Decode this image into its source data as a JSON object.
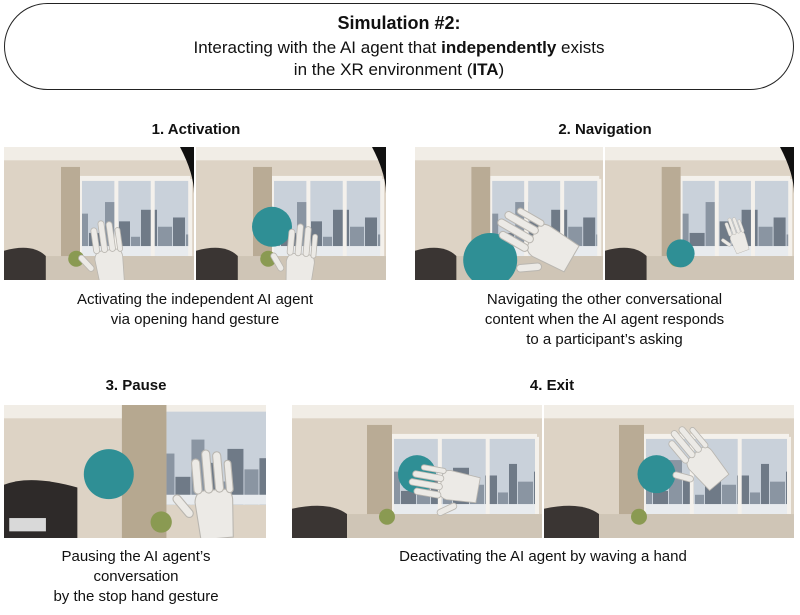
{
  "header": {
    "title": "Simulation #2:",
    "line1_prefix": "Interacting with the AI agent that ",
    "line1_bold": "independently",
    "line1_suffix": " exists",
    "line2_prefix": "in the XR environment (",
    "line2_bold": "ITA",
    "line2_suffix": ")"
  },
  "steps": [
    {
      "label": "1. Activation",
      "caption": [
        "Activating the independent AI agent",
        "via opening hand gesture"
      ]
    },
    {
      "label": "2. Navigation",
      "caption": [
        "Navigating the other conversational",
        "content when the AI agent responds",
        "to a participant’s asking"
      ]
    },
    {
      "label": "3. Pause",
      "caption": [
        "Pausing the AI agent’s",
        "conversation",
        "by the stop hand gesture"
      ]
    },
    {
      "label": "4. Exit",
      "caption": [
        "Deactivating the AI agent by waving a hand"
      ]
    }
  ],
  "colors": {
    "agent_orb": "#2f8f95",
    "frame_border": "#222222",
    "glove": "#eceae6"
  }
}
